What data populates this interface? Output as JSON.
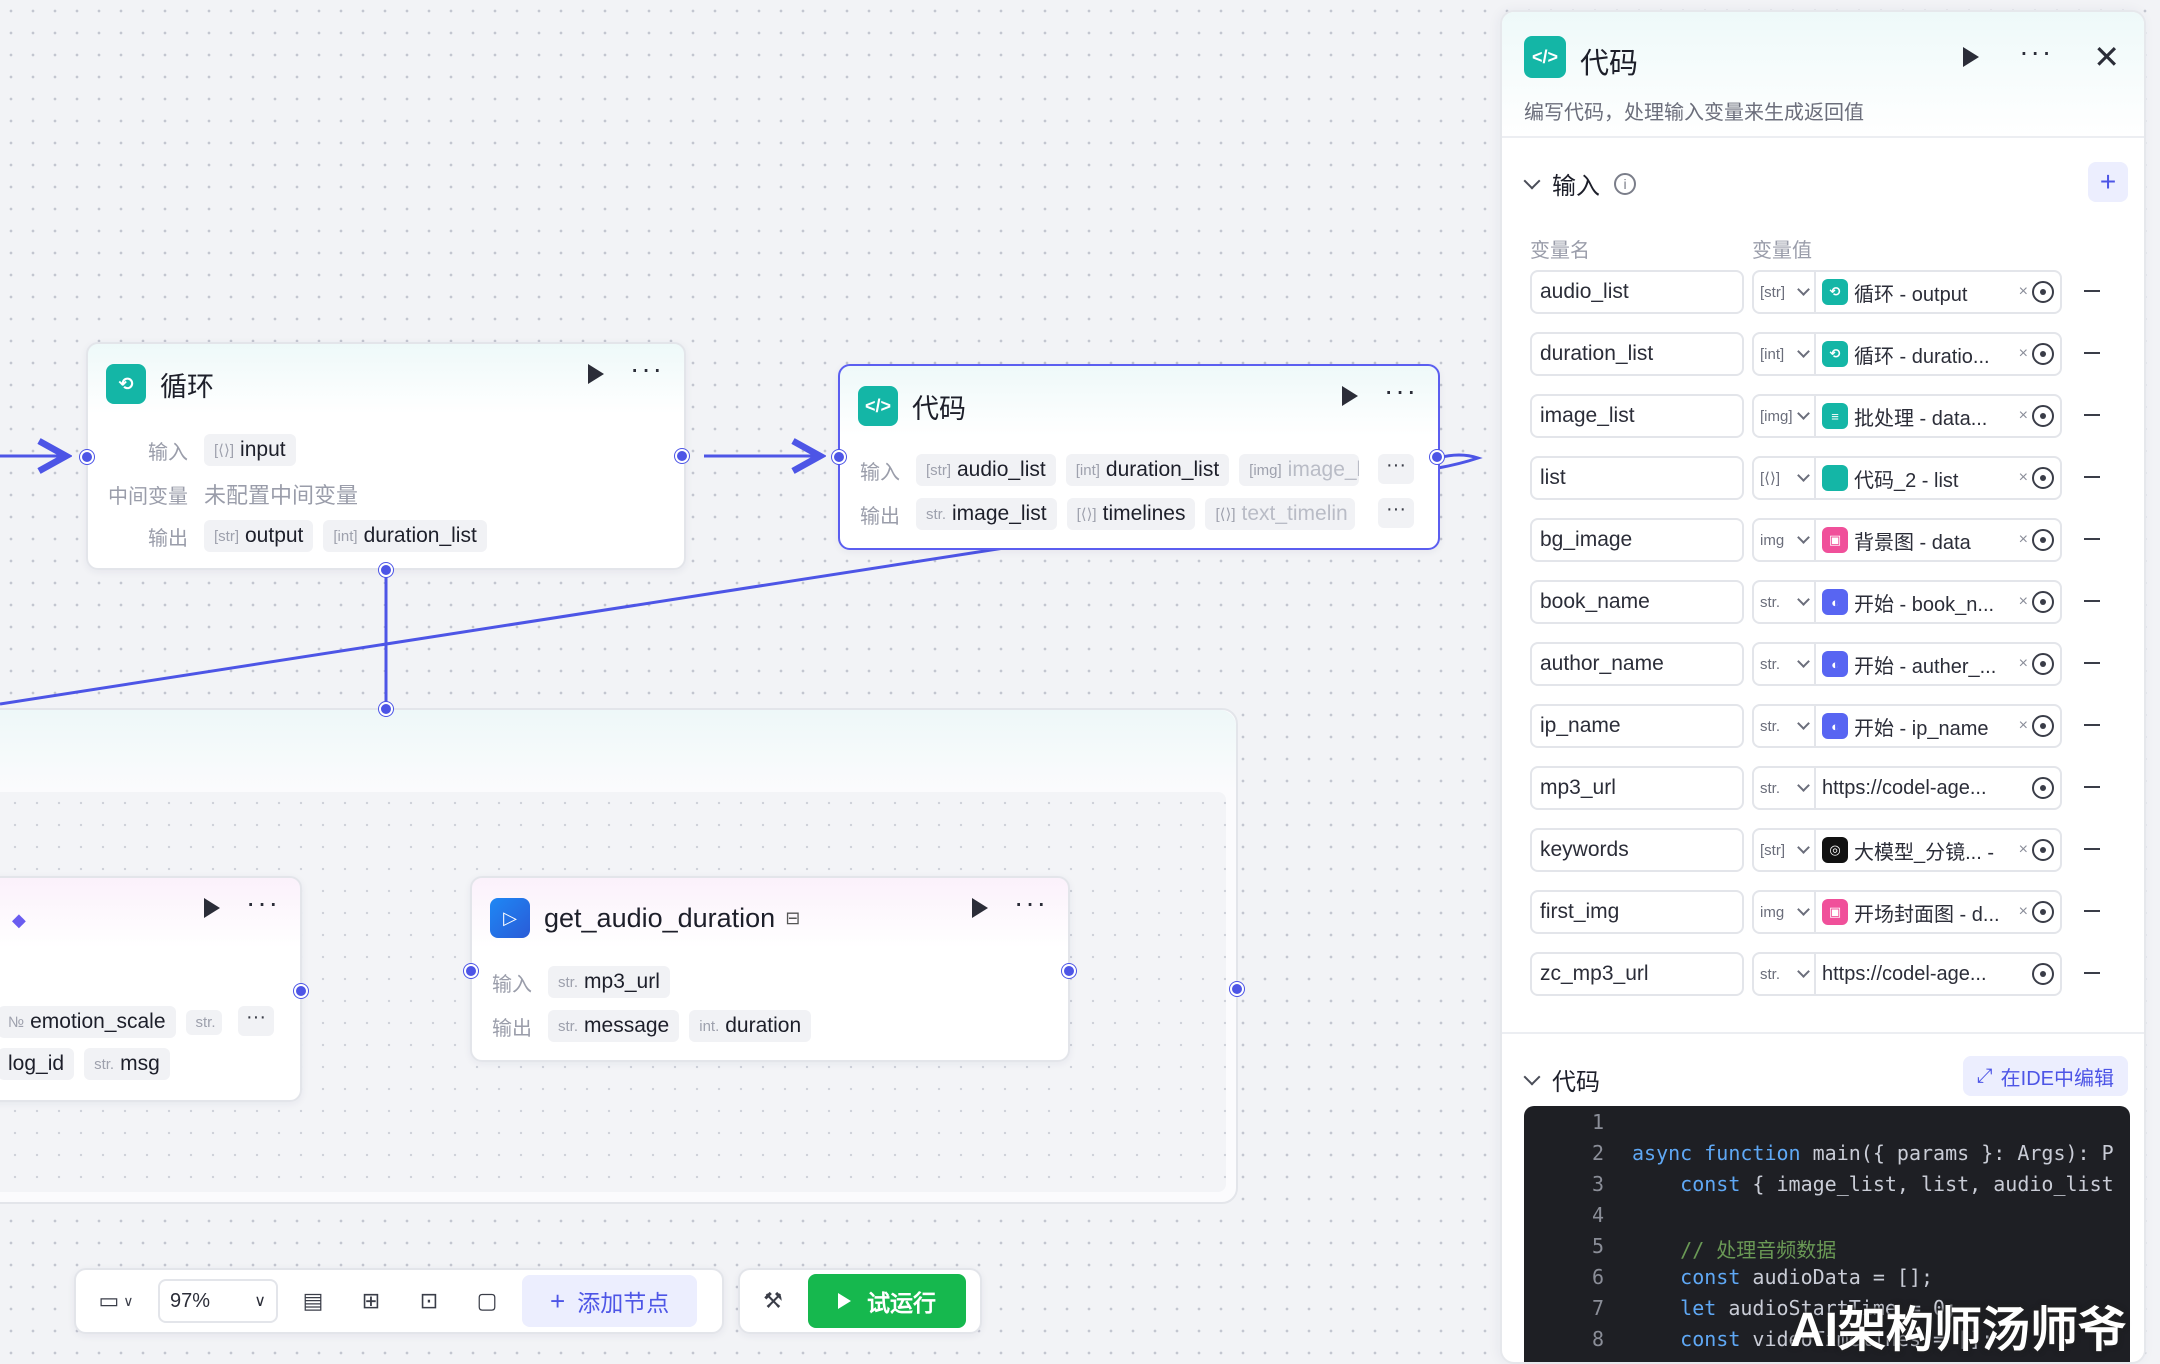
{
  "canvas": {
    "loop_node": {
      "title": "循环",
      "input_label": "输入",
      "input_type": "[⟨⟩]",
      "input_value": "input",
      "mid_label": "中间变量",
      "mid_value": "未配置中间变量",
      "output_label": "输出",
      "outputs": [
        {
          "type": "[str]",
          "name": "output"
        },
        {
          "type": "[int]",
          "name": "duration_list"
        }
      ]
    },
    "code_node": {
      "title": "代码",
      "input_label": "输入",
      "inputs": [
        {
          "type": "[str]",
          "name": "audio_list"
        },
        {
          "type": "[int]",
          "name": "duration_list"
        },
        {
          "type": "[img]",
          "name": "image_lis"
        }
      ],
      "output_label": "输出",
      "outputs": [
        {
          "type": "str.",
          "name": "image_list"
        },
        {
          "type": "[⟨⟩]",
          "name": "timelines"
        },
        {
          "type": "[⟨⟩]",
          "name": "text_timelin"
        }
      ],
      "more": "···"
    },
    "partial_node": {
      "row1": [
        {
          "type": "№",
          "name": "emotion_scale"
        },
        {
          "type": "str.",
          "name": ""
        }
      ],
      "row2": [
        {
          "type": "",
          "name": "log_id"
        },
        {
          "type": "str.",
          "name": "msg"
        }
      ],
      "more": "···"
    },
    "audio_node": {
      "title": "get_audio_duration",
      "input_label": "输入",
      "input": {
        "type": "str.",
        "name": "mp3_url"
      },
      "output_label": "输出",
      "outputs": [
        {
          "type": "str.",
          "name": "message"
        },
        {
          "type": "int.",
          "name": "duration"
        }
      ]
    },
    "colors": {
      "accent": "#4d55e6",
      "teal": "#14b6a6",
      "run_green": "#16b84e"
    }
  },
  "toolbar": {
    "zoom": "97%",
    "add_node_label": "添加节点",
    "run_label": "试运行"
  },
  "panel": {
    "title": "代码",
    "description": "编写代码，处理输入变量来生成返回值",
    "input_section": "输入",
    "col_name": "变量名",
    "col_value": "变量值",
    "inputs": [
      {
        "name": "audio_list",
        "type": "[str]",
        "ref_icon": "loop",
        "color": "#14b6a6",
        "value": "循环 - output"
      },
      {
        "name": "duration_list",
        "type": "[int]",
        "ref_icon": "loop",
        "color": "#14b6a6",
        "value": "循环 - duratio..."
      },
      {
        "name": "image_list",
        "type": "[img]",
        "ref_icon": "batch",
        "color": "#14b6a6",
        "value": "批处理 - data..."
      },
      {
        "name": "list",
        "type": "[⟨⟩]",
        "ref_icon": "code",
        "color": "#14b6a6",
        "value": "代码_2 - list"
      },
      {
        "name": "bg_image",
        "type": "img",
        "ref_icon": "image",
        "color": "#f0509a",
        "value": "背景图 - data"
      },
      {
        "name": "book_name",
        "type": "str.",
        "ref_icon": "start",
        "color": "#5865f2",
        "value": "开始 - book_n..."
      },
      {
        "name": "author_name",
        "type": "str.",
        "ref_icon": "start",
        "color": "#5865f2",
        "value": "开始 - auther_..."
      },
      {
        "name": "ip_name",
        "type": "str.",
        "ref_icon": "start",
        "color": "#5865f2",
        "value": "开始 - ip_name"
      },
      {
        "name": "mp3_url",
        "type": "str.",
        "ref_icon": "",
        "color": "",
        "value": "https://codel-age..."
      },
      {
        "name": "keywords",
        "type": "[str]",
        "ref_icon": "llm",
        "color": "#111111",
        "value": "大模型_分镜... -"
      },
      {
        "name": "first_img",
        "type": "img",
        "ref_icon": "image",
        "color": "#f0509a",
        "value": "开场封面图 - d..."
      },
      {
        "name": "zc_mp3_url",
        "type": "str.",
        "ref_icon": "",
        "color": "",
        "value": "https://codel-age..."
      }
    ],
    "code_section": "代码",
    "ide_label": "在IDE中编辑",
    "code_lines": [
      {
        "n": "1",
        "text": ""
      },
      {
        "n": "2",
        "text": "async function main({ params }: Args): P"
      },
      {
        "n": "3",
        "text": "    const { image_list, list, audio_list"
      },
      {
        "n": "4",
        "text": ""
      },
      {
        "n": "5",
        "text": "    // 处理音频数据"
      },
      {
        "n": "6",
        "text": "    const audioData = [];"
      },
      {
        "n": "7",
        "text": "    let audioStartTime = 0;"
      },
      {
        "n": "8",
        "text": "    const videoTimelines = [];"
      }
    ]
  },
  "watermark": "AI架构师汤师爷"
}
